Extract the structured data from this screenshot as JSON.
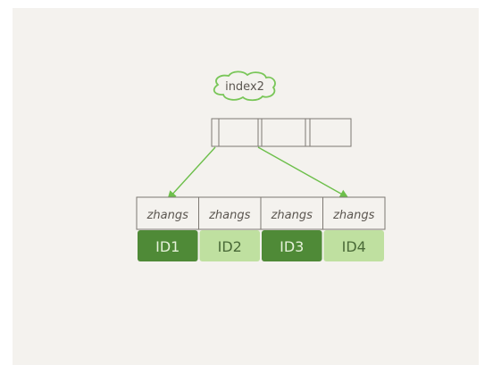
{
  "index_label": "index2",
  "index_node": {
    "cells": 3
  },
  "leaf_entries": [
    {
      "name": "zhangs",
      "id": "ID1",
      "shade": "dark"
    },
    {
      "name": "zhangs",
      "id": "ID2",
      "shade": "light"
    },
    {
      "name": "zhangs",
      "id": "ID3",
      "shade": "dark"
    },
    {
      "name": "zhangs",
      "id": "ID4",
      "shade": "light"
    }
  ],
  "colors": {
    "background": "#f4f2ee",
    "outline": "#7d7872",
    "arrow": "#6dbf4b",
    "label_outline": "#79c658",
    "id_dark": "#4f8a37",
    "id_light": "#bfe0a0",
    "id_text_dark": "#e6f2da",
    "id_text_light": "#4a6a38",
    "name_text": "#5b5650"
  }
}
